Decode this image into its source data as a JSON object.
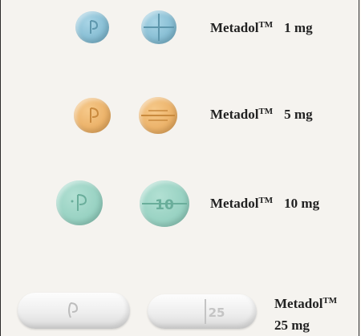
{
  "products": [
    {
      "name": "Metadol",
      "mark": "TM",
      "dose": "1 mg",
      "color": "#8fc4d8"
    },
    {
      "name": "Metadol",
      "mark": "TM",
      "dose": "5 mg",
      "color": "#efb46a"
    },
    {
      "name": "Metadol",
      "mark": "TM",
      "dose": "10 mg",
      "color": "#9ad3c4"
    },
    {
      "name": "Metadol",
      "mark": "TM",
      "dose": "25 mg",
      "color": "#eeeeee"
    }
  ]
}
